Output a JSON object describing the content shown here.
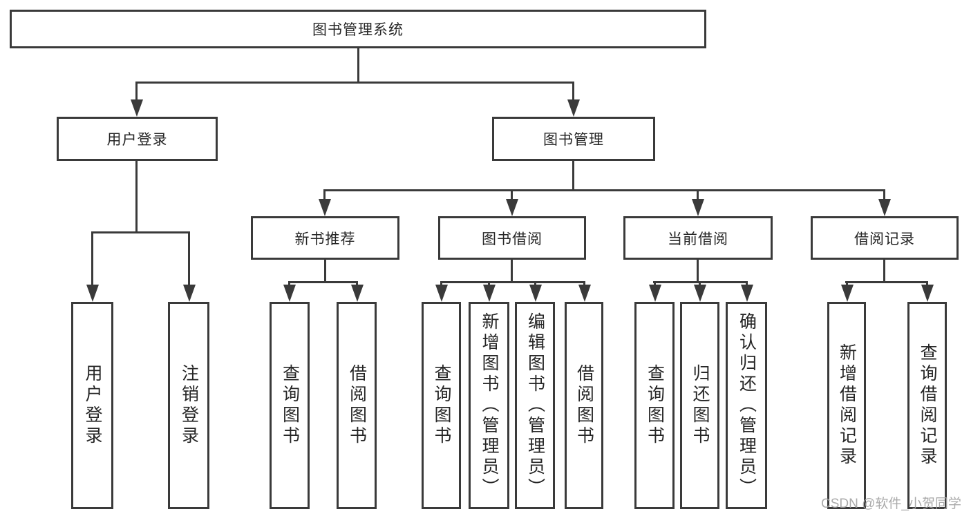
{
  "diagram": {
    "title": "图书管理系统",
    "root": {
      "label": "图书管理系统"
    },
    "level2": {
      "user_login": {
        "label": "用户登录"
      },
      "book_management": {
        "label": "图书管理"
      }
    },
    "level3": {
      "new_books": {
        "label": "新书推荐"
      },
      "book_borrow": {
        "label": "图书借阅"
      },
      "current_borrow": {
        "label": "当前借阅"
      },
      "borrow_records": {
        "label": "借阅记录"
      }
    },
    "leaves": {
      "user_login_leaf": {
        "label": "用户登录"
      },
      "logout": {
        "label": "注销登录"
      },
      "nb_query": {
        "label": "查询图书"
      },
      "nb_borrow": {
        "label": "借阅图书"
      },
      "bb_query": {
        "label": "查询图书"
      },
      "bb_add": {
        "label": "新增图书（管理员）"
      },
      "bb_edit": {
        "label": "编辑图书（管理员）"
      },
      "bb_borrow": {
        "label": "借阅图书"
      },
      "cb_query": {
        "label": "查询图书"
      },
      "cb_return": {
        "label": "归还图书"
      },
      "cb_confirm": {
        "label": "确认归还（管理员）"
      },
      "br_add": {
        "label": "新增借阅记录"
      },
      "br_query": {
        "label": "查询借阅记录"
      }
    }
  },
  "watermark": {
    "text": "CSDN @软件_小贺同学"
  },
  "colors": {
    "line": "#3a3a3a",
    "text": "#262626",
    "watermark": "#a3a3a3",
    "background": "#ffffff"
  }
}
